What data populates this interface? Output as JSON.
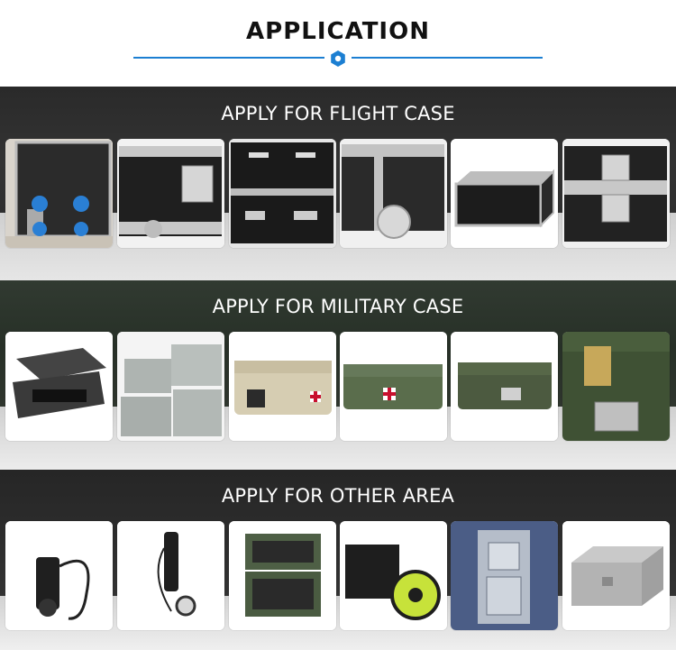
{
  "header": {
    "title": "APPLICATION",
    "accent_color": "#1c7fd2",
    "icon": "gear-icon"
  },
  "sections": [
    {
      "title": "APPLY FOR FLIGHT CASE",
      "items": [
        "flight-case-with-blue-wheels",
        "flight-case-corner-latch",
        "open-flight-case-black-panels",
        "flight-case-ball-corner",
        "rack-flight-case",
        "flight-case-butterfly-latch"
      ]
    },
    {
      "title": "APPLY FOR MILITARY CASE",
      "items": [
        "open-rugged-case-foam",
        "stacked-grey-cases",
        "tan-medical-case",
        "green-medical-case",
        "green-military-case",
        "green-case-latch-closeup"
      ]
    },
    {
      "title": "APPLY FOR OTHER AREA",
      "items": [
        "diving-light-with-cable",
        "diving-torch",
        "stacked-rack-cases",
        "cable-reel-case",
        "steel-case-latch-closeup",
        "stainless-steel-box"
      ]
    }
  ]
}
